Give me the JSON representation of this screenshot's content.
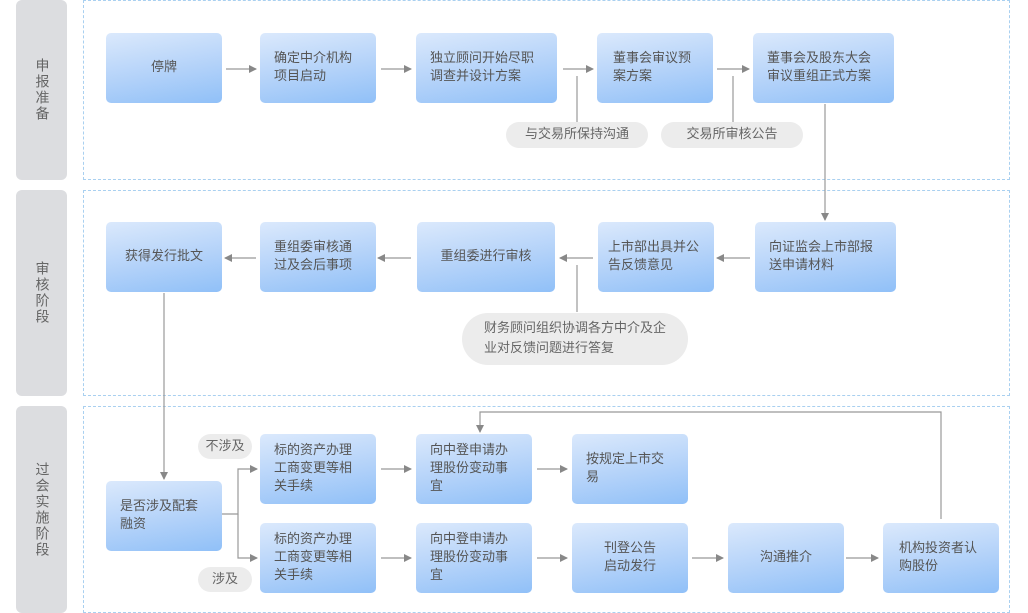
{
  "stages": [
    {
      "label": "申报准备"
    },
    {
      "label": "审核阶段"
    },
    {
      "label": "过会实施阶段"
    }
  ],
  "prep": {
    "steps": [
      "停牌",
      "确定中介机构项目启动",
      "独立顾问开始尽职调查并设计方案",
      "董事会审议预案方案",
      "董事会及股东大会审议重组正式方案"
    ],
    "notes": [
      "与交易所保持沟通",
      "交易所审核公告"
    ]
  },
  "review": {
    "steps": [
      "获得发行批文",
      "重组委审核通过及会后事项",
      "重组委进行审核",
      "上市部出具并公告反馈意见",
      "向证监会上市部报送申请材料"
    ],
    "note": "财务顾问组织协调各方中介及企业对反馈问题进行答复"
  },
  "impl": {
    "decision": "是否涉及配套融资",
    "branch_no": "不涉及",
    "branch_yes": "涉及",
    "top_row": [
      "标的资产办理工商变更等相关手续",
      "向中登申请办理股份变动事宜",
      "按规定上市交易"
    ],
    "bottom_row": [
      "标的资产办理工商变更等相关手续",
      "向中登申请办理股份变动事宜",
      "刊登公告启动发行",
      "沟通推介",
      "机构投资者认购股份"
    ]
  },
  "colors": {
    "box_top": "#dbe9fc",
    "box_bottom": "#90c0f8",
    "stage_bg": "#dcdde0",
    "zone_border": "#a9d0f0",
    "arrow": "#888888"
  }
}
